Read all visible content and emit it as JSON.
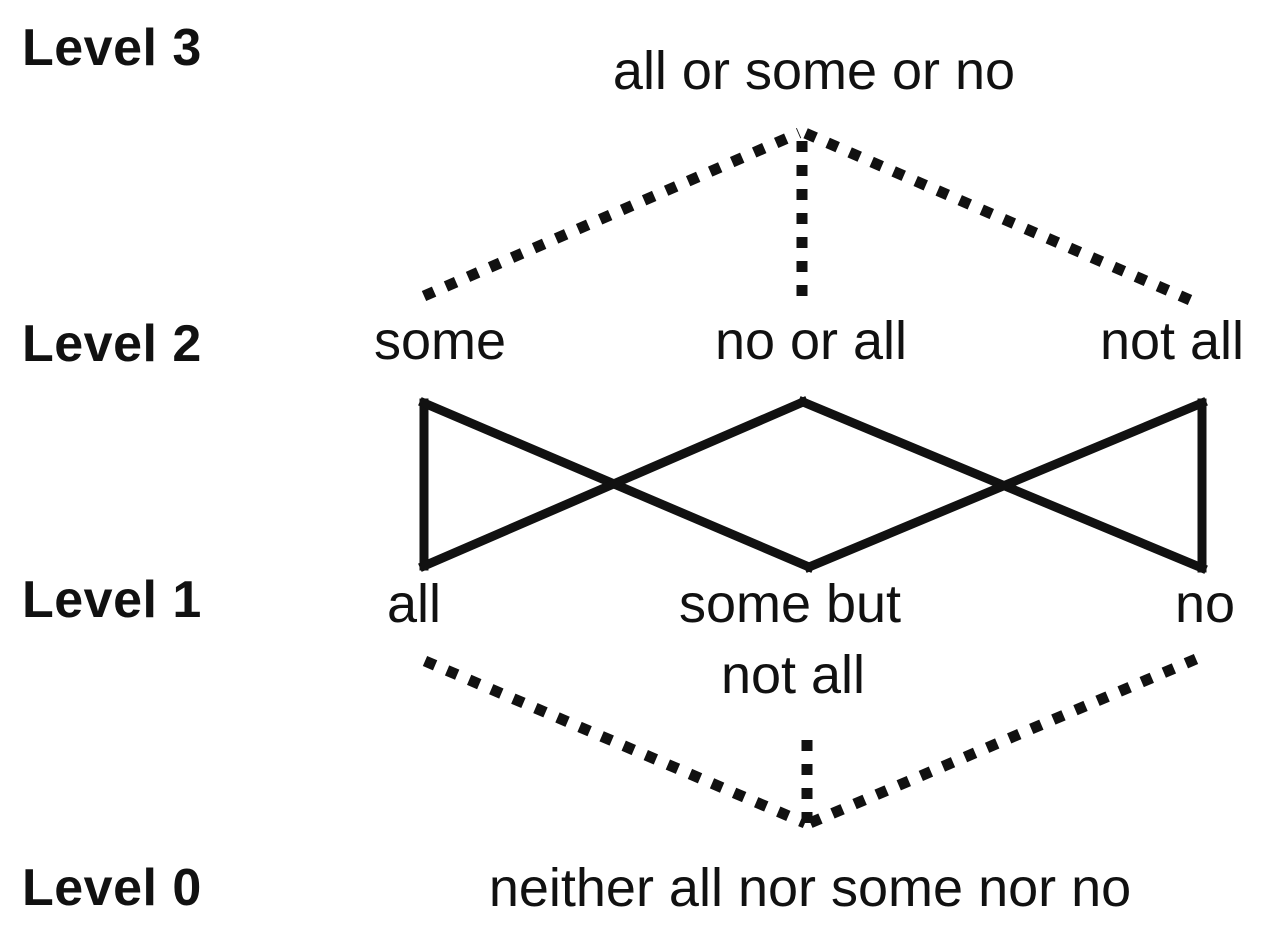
{
  "diagram": {
    "title": "Levels of quantifier interpretation lattice",
    "background_color": "#ffffff",
    "ink_color": "#111111"
  },
  "levels": [
    {
      "id": "level-3",
      "label": "Level 3"
    },
    {
      "id": "level-2",
      "label": "Level 2"
    },
    {
      "id": "level-1",
      "label": "Level 1"
    },
    {
      "id": "level-0",
      "label": "Level 0"
    }
  ],
  "nodes": {
    "level_3": [
      {
        "id": "l3-all-or-some-or-no",
        "label": "all or some or no"
      }
    ],
    "level_2": [
      {
        "id": "l2-some",
        "label": "some"
      },
      {
        "id": "l2-no-or-all",
        "label": "no or all"
      },
      {
        "id": "l2-not-all",
        "label": "not all"
      }
    ],
    "level_1": [
      {
        "id": "l1-all",
        "label": "all"
      },
      {
        "id": "l1-some-but",
        "label": "some but"
      },
      {
        "id": "l1-some-but-line2",
        "label": "not all"
      },
      {
        "id": "l1-no",
        "label": "no"
      }
    ],
    "level_0": [
      {
        "id": "l0-neither",
        "label": "neither all nor some nor no"
      }
    ]
  },
  "edges": {
    "style_solid": {
      "name": "solid-edge",
      "stroke": "#111111",
      "width": 9
    },
    "style_dotted": {
      "name": "dotted-edge",
      "stroke": "#111111",
      "width": 11,
      "dash": "11 13"
    },
    "dotted_upper": [
      {
        "from": "l2-some",
        "to": "l3-all-or-some-or-no"
      },
      {
        "from": "l2-no-or-all",
        "to": "l3-all-or-some-or-no"
      },
      {
        "from": "l2-not-all",
        "to": "l3-all-or-some-or-no"
      }
    ],
    "solid_middle": [
      {
        "from": "l2-some",
        "to": "l1-all"
      },
      {
        "from": "l2-some",
        "to": "l1-some-but"
      },
      {
        "from": "l2-no-or-all",
        "to": "l1-all"
      },
      {
        "from": "l2-no-or-all",
        "to": "l1-no"
      },
      {
        "from": "l2-not-all",
        "to": "l1-some-but"
      },
      {
        "from": "l2-not-all",
        "to": "l1-no"
      }
    ],
    "dotted_lower": [
      {
        "from": "l1-all",
        "to": "l0-neither"
      },
      {
        "from": "l1-some-but",
        "to": "l0-neither"
      },
      {
        "from": "l1-no",
        "to": "l0-neither"
      }
    ]
  }
}
